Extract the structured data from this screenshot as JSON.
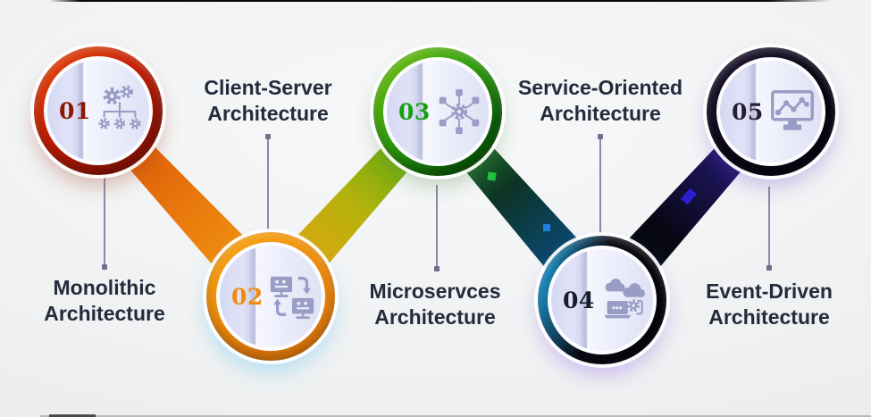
{
  "figure": {
    "icon_color": "#999dc5",
    "face_hole_color": "#e9ebfa",
    "connector_line_color": "#8b8aa6",
    "connector_dot_color": "#6f6e8c",
    "label_text_color": "#232b3c",
    "steps": [
      {
        "number": "01",
        "number_color": "#8e1704",
        "label_line1": "Monolithic",
        "label_line2": "Architecture",
        "icon": "gears-hierarchy-icon",
        "label_position": "below",
        "ring": [
          "#ea4d0d",
          "#c41e05",
          "#8a1203"
        ]
      },
      {
        "number": "02",
        "number_color": "#f08b0c",
        "label_line1": "Client-Server",
        "label_line2": "Architecture",
        "icon": "client-server-sync-icon",
        "label_position": "above",
        "ring": [
          "#f9a713",
          "#f08d0b",
          "#e0790a"
        ]
      },
      {
        "number": "03",
        "number_color": "#14a011",
        "label_line1": "Microservces",
        "label_line2": "Architecture",
        "icon": "service-hub-icon",
        "label_position": "below",
        "ring": [
          "#7cc413",
          "#2f9f0d",
          "#0a5a06"
        ]
      },
      {
        "number": "04",
        "number_color": "#151c2b",
        "label_line1": "Service-Oriented",
        "label_line2": "Architecture",
        "icon": "cloud-laptop-gear-icon",
        "label_position": "above",
        "ring": [
          "#1fb0f0",
          "#0a0a14",
          "#06060c"
        ]
      },
      {
        "number": "05",
        "number_color": "#251e30",
        "label_line1": "Event-Driven",
        "label_line2": "Architecture",
        "icon": "monitor-chart-icon",
        "label_position": "below",
        "ring": [
          "#241b38",
          "#0d0818",
          "#070511"
        ]
      }
    ],
    "bands": [
      {
        "name": "band-01-02",
        "colors": [
          "#da4f08",
          "#f59f10"
        ]
      },
      {
        "name": "band-02-03",
        "colors": [
          "#f59f10",
          "#b5b20d",
          "#2ea60d"
        ]
      },
      {
        "name": "band-03-04",
        "colors": [
          "#2aa025",
          "#0d3326",
          "#0c4668",
          "#18a6e6"
        ]
      },
      {
        "name": "band-04-05",
        "colors": [
          "#0d1b2e",
          "#070710",
          "#1e1560",
          "#3a22c4"
        ]
      }
    ],
    "artifact_colors": {
      "green_square": "#1ec43e",
      "blue_square": "#1e7de0",
      "indigo_patch": "#2b1fd0"
    }
  }
}
